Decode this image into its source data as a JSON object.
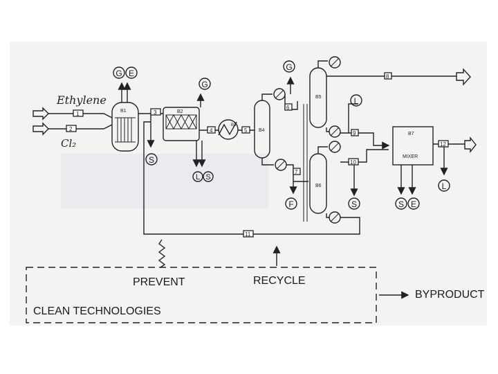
{
  "feeds": {
    "feed_1": "Ethylene",
    "feed_2": "Cl₂"
  },
  "units": {
    "b1": "B1",
    "b2": "B2",
    "b3": "B3",
    "b4": "B4",
    "b5": "B5",
    "b6": "B6",
    "b7": "B7",
    "mixer": "MIXER"
  },
  "streams": {
    "s1": "1",
    "s2": "2",
    "s3": "3",
    "s4": "4",
    "s5": "5",
    "s6": "6",
    "s7": "7",
    "s8": "8",
    "s9": "9",
    "s10": "10",
    "s11": "11",
    "s12": "12"
  },
  "outputs": {
    "b1_g": "G",
    "b1_e": "E",
    "s3_s": "S",
    "b2_g": "G",
    "b2_l": "L",
    "b2_s": "S",
    "b4_g": "G",
    "b4_f": "F",
    "b5_l": "L",
    "b6_s": "S",
    "b7_s": "S",
    "b7_e": "E",
    "s12_l": "L"
  },
  "strategy": {
    "prevent": "PREVENT",
    "recycle": "RECYCLE",
    "byproduct": "BYPRODUCT",
    "clean_technologies": "CLEAN TECHNOLOGIES"
  }
}
